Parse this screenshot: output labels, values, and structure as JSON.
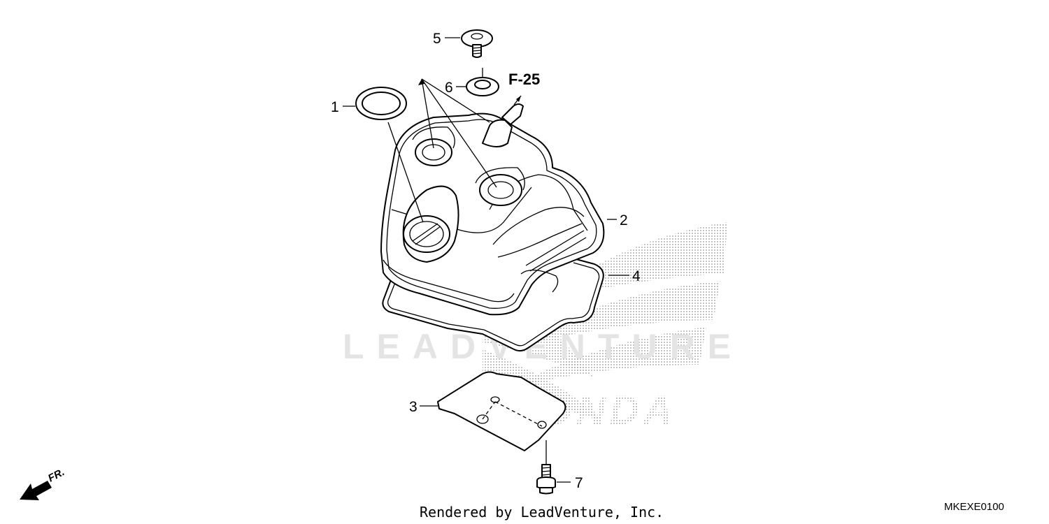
{
  "watermark": {
    "text": "LEADVENTURE",
    "brand": "HONDA"
  },
  "reference": {
    "label": "F-25"
  },
  "callouts": [
    {
      "id": "1",
      "label": "1"
    },
    {
      "id": "2",
      "label": "2"
    },
    {
      "id": "3",
      "label": "3"
    },
    {
      "id": "4",
      "label": "4"
    },
    {
      "id": "5",
      "label": "5"
    },
    {
      "id": "6",
      "label": "6"
    },
    {
      "id": "7",
      "label": "7"
    }
  ],
  "direction": {
    "label": "FR."
  },
  "footer": {
    "credit": "Rendered by LeadVenture, Inc.",
    "diagram_code": "MKEXE0100"
  },
  "colors": {
    "line": "#000000",
    "background": "#ffffff",
    "watermark": "#e4e4e4",
    "logo_dots": "#9a9a9a"
  }
}
